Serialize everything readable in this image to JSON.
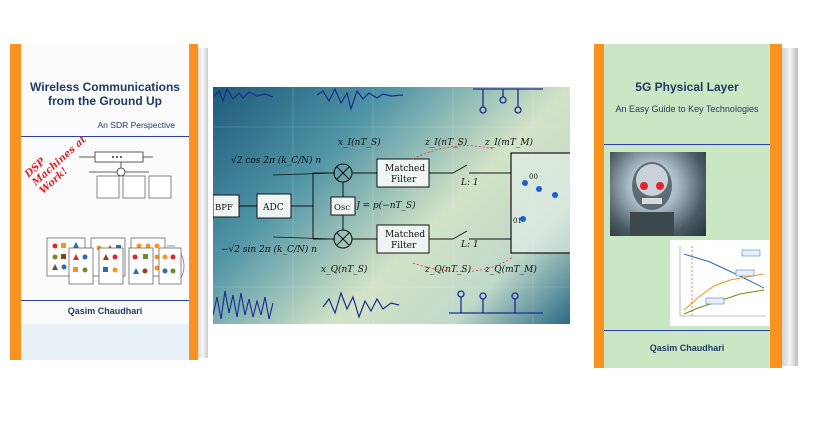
{
  "book_left": {
    "title": "Wireless Communications from the Ground Up",
    "subtitle": "An SDR Perspective",
    "tagline": "DSP Machines at Work!",
    "author": "Qasim Chaudhari",
    "colors": {
      "accent": "#f7931e",
      "text": "#1f3a66",
      "rule": "#2c3ea8",
      "tagline": "#e3262a"
    }
  },
  "center_image": {
    "labels": {
      "bpf": "BPF",
      "adc": "ADC",
      "osc": "Osc",
      "filter_top_1": "Matched",
      "filter_top_2": "Filter",
      "filter_bottom_1": "Matched",
      "filter_bottom_2": "Filter",
      "cos_term": "√2 cos 2π (k_C/N) n",
      "sin_term": "−√2 sin 2π (k_C/N) n",
      "impulse": "h[n] = p(−nT_S)",
      "l1_top": "L: 1",
      "l1_bottom": "L: 1",
      "xi": "x_I(nT_S)",
      "zi": "z_I(nT_S)",
      "zi_m": "z_I(mT_M)",
      "xq": "x_Q(nT_S)",
      "zq": "z_Q(nT_S)",
      "zq_m": "z_Q(mT_M)",
      "sym00": "00",
      "sym01": "01"
    }
  },
  "book_right": {
    "title": "5G Physical Layer",
    "subtitle": "An Easy Guide to Key Technologies",
    "author": "Qasim Chaudhari",
    "colors": {
      "accent": "#f7931e",
      "cover": "#c9e7c2",
      "text": "#1f3a66"
    }
  }
}
